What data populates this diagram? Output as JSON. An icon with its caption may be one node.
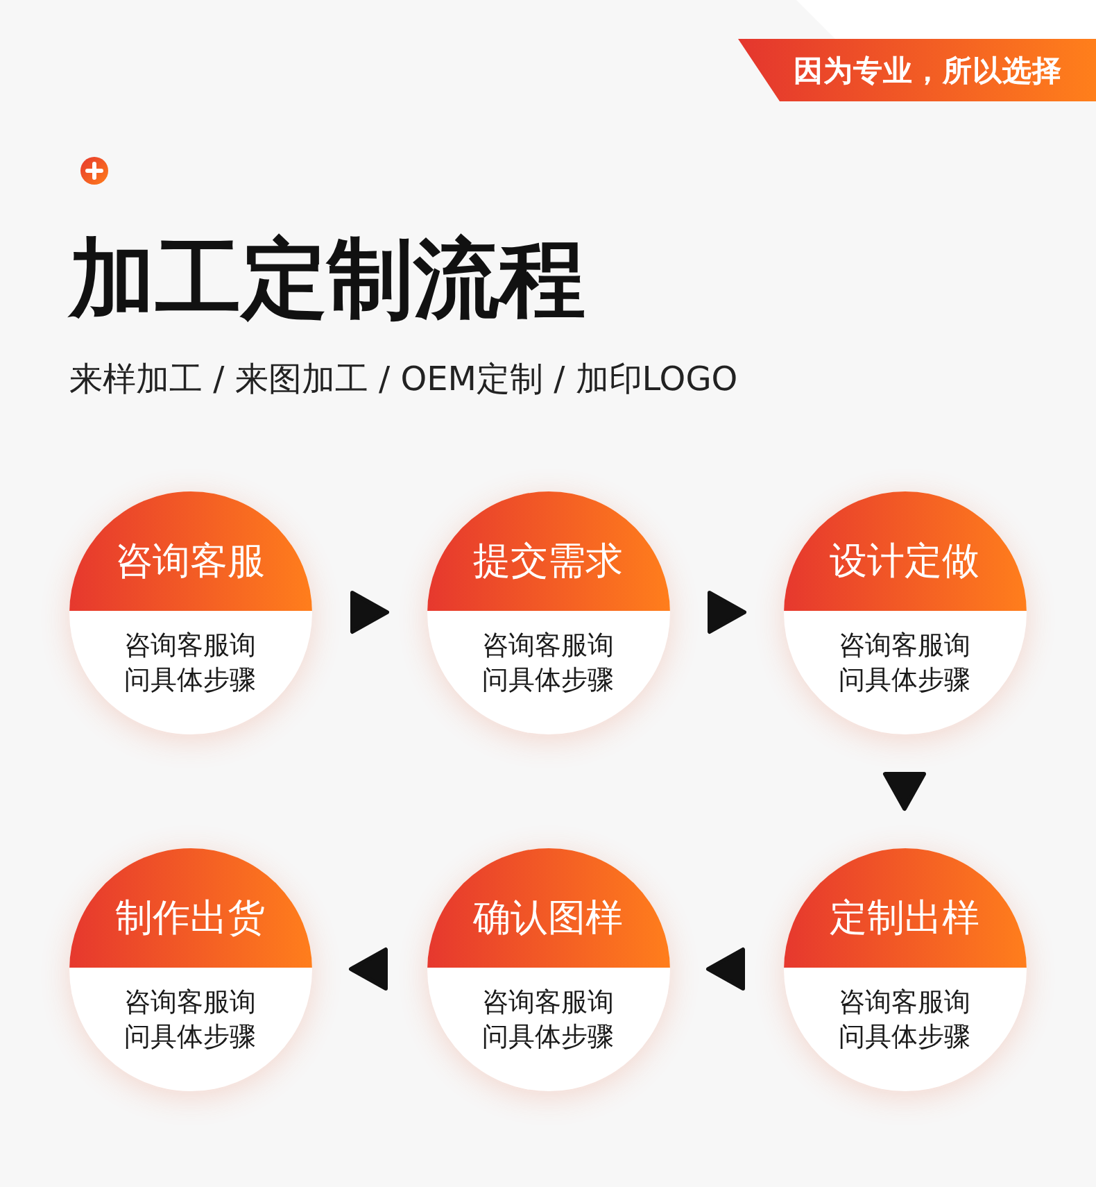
{
  "diagram": {
    "title": "加工定制流程",
    "nodes": [
      {
        "text": [
          "因为专业，所以选择"
        ]
      },
      {
        "text": [
          "咨询客服",
          "咨询客服询问具体步骤"
        ]
      },
      {
        "text": [
          "提交需求",
          "咨询客服询问具体步骤"
        ]
      },
      {
        "text": [
          "设计定做",
          "咨询客服询问具体步骤"
        ]
      },
      {
        "text": [
          "制作出货",
          "咨询客服询问具体步骤"
        ]
      },
      {
        "text": [
          "确认图样",
          "咨询客服询问具体步骤"
        ]
      },
      {
        "text": [
          "定制出样",
          "咨询客服询问具体步骤"
        ]
      }
    ],
    "edges": [
      {
        "from": 1,
        "to": 2,
        "arrow": "to"
      },
      {
        "from": 2,
        "to": 3,
        "arrow": "to"
      },
      {
        "from": 3,
        "to": 6,
        "arrow": "to"
      },
      {
        "from": 6,
        "to": 5,
        "arrow": "to"
      },
      {
        "from": 5,
        "to": 4,
        "arrow": "to"
      }
    ],
    "labels": [
      "来样加工 / 来图加工 / OEM定制 / 加印LOGO"
    ]
  }
}
